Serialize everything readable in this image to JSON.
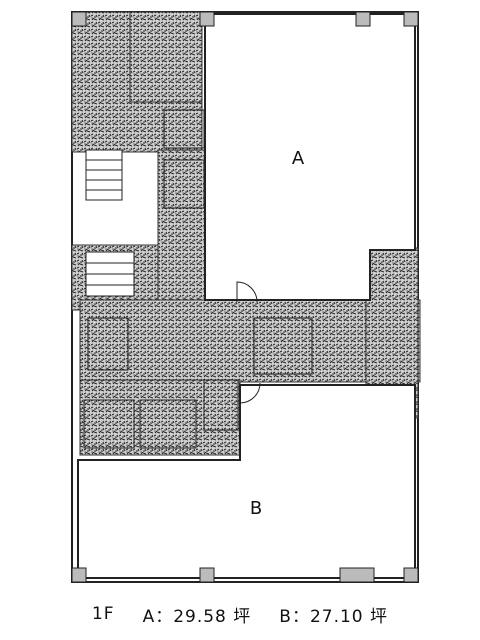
{
  "plan": {
    "rooms": [
      {
        "label": "A"
      },
      {
        "label": "B"
      }
    ]
  },
  "caption": {
    "floor": "1F",
    "area_a": "A：29.58 坪",
    "area_b": "B：27.10 坪"
  }
}
